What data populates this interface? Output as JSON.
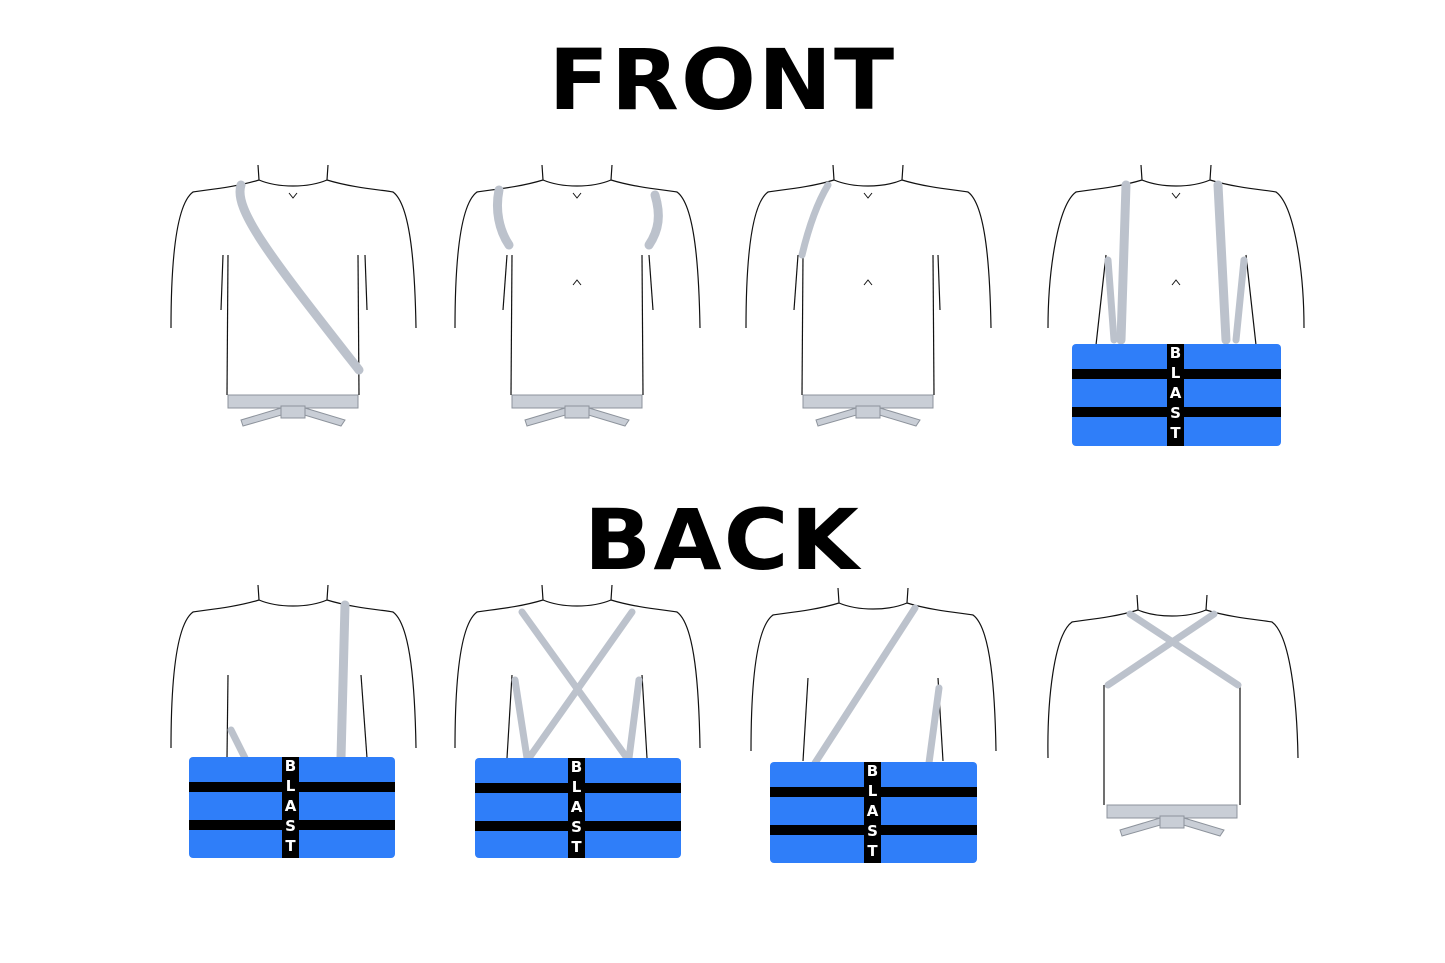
{
  "headings": {
    "front": "FRONT",
    "back": "BACK"
  },
  "panel_logo": "BLAST",
  "colors": {
    "panel": "#2f7ef9",
    "band": "#000000",
    "strap": "#bcc2cc",
    "outline": "#111111",
    "background": "#ffffff"
  },
  "front_row": [
    {
      "strap": "diagonal-sash",
      "has_panel": false
    },
    {
      "strap": "shoulder-arcs",
      "has_panel": false
    },
    {
      "strap": "single-shoulder",
      "has_panel": false
    },
    {
      "strap": "parallel-suspenders",
      "has_panel": true
    }
  ],
  "back_row": [
    {
      "strap": "single-vertical",
      "has_panel": true
    },
    {
      "strap": "cross-x",
      "has_panel": true
    },
    {
      "strap": "single-diagonal",
      "has_panel": true
    },
    {
      "strap": "cross-x-high",
      "has_panel": false
    }
  ]
}
